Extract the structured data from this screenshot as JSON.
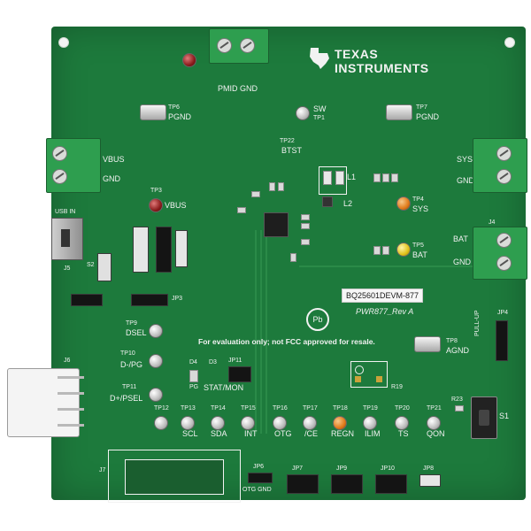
{
  "brand": {
    "line1": "Texas",
    "line2": "Instruments"
  },
  "board_text": {
    "part": "BQ25601DEVM-877",
    "rev": "PWR877_Rev A",
    "notice": "For evaluation only; not FCC approved for resale."
  },
  "silkscreen": {
    "pmid_gnd": "PMID GND",
    "tp6_pgnd": "PGND",
    "tp6": "TP6",
    "tp7": "TP7",
    "tp7_pgnd": "PGND",
    "sw": "SW",
    "tp1": "TP1",
    "tp22": "TP22",
    "btst": "BTST",
    "vbus": "VBUS",
    "gnd_left": "GND",
    "sys": "SYS",
    "gnd_right": "GND",
    "bat": "BAT",
    "gnd_bat": "GND",
    "j4": "J4",
    "tp3": "TP3",
    "tp3_vbus": "VBUS",
    "usb_in": "USB IN",
    "j5": "J5",
    "l1": "L1",
    "l2": "L2",
    "tp4": "TP4",
    "tp4_sys": "SYS",
    "tp5": "TP5",
    "tp5_bat": "BAT",
    "jp3": "JP3",
    "dsel": "DSEL",
    "tp9": "TP9",
    "tp10": "TP10",
    "d_minus": "D-/PG",
    "tp11": "TP11",
    "d_plus": "D+/PSEL",
    "j6": "J6",
    "d4": "D4",
    "d3": "D3",
    "jp11": "JP11",
    "stat_mon": "STAT/MON",
    "pg": "PG",
    "tp8": "TP8",
    "agnd": "AGND",
    "r19": "R19",
    "jp4": "JP4",
    "pull_up": "PULL-UP",
    "tp12": "TP12",
    "tp13": "TP13",
    "tp14": "TP14",
    "tp15": "TP15",
    "tp16": "TP16",
    "tp17": "TP17",
    "tp18": "TP18",
    "tp19": "TP19",
    "tp20": "TP20",
    "tp21": "TP21",
    "r23": "R23",
    "s1": "S1",
    "s2": "S2",
    "scl": "SCL",
    "sda": "SDA",
    "int": "INT",
    "otg": "OTG",
    "ce": "/CE",
    "regn": "REGN",
    "ilim": "ILIM",
    "ts": "TS",
    "qon": "QON",
    "j7": "J7",
    "jp6": "JP6",
    "jp6_label": "OTG GND",
    "jp7": "JP7",
    "jp9": "JP9",
    "jp10": "JP10",
    "jp8": "JP8"
  }
}
